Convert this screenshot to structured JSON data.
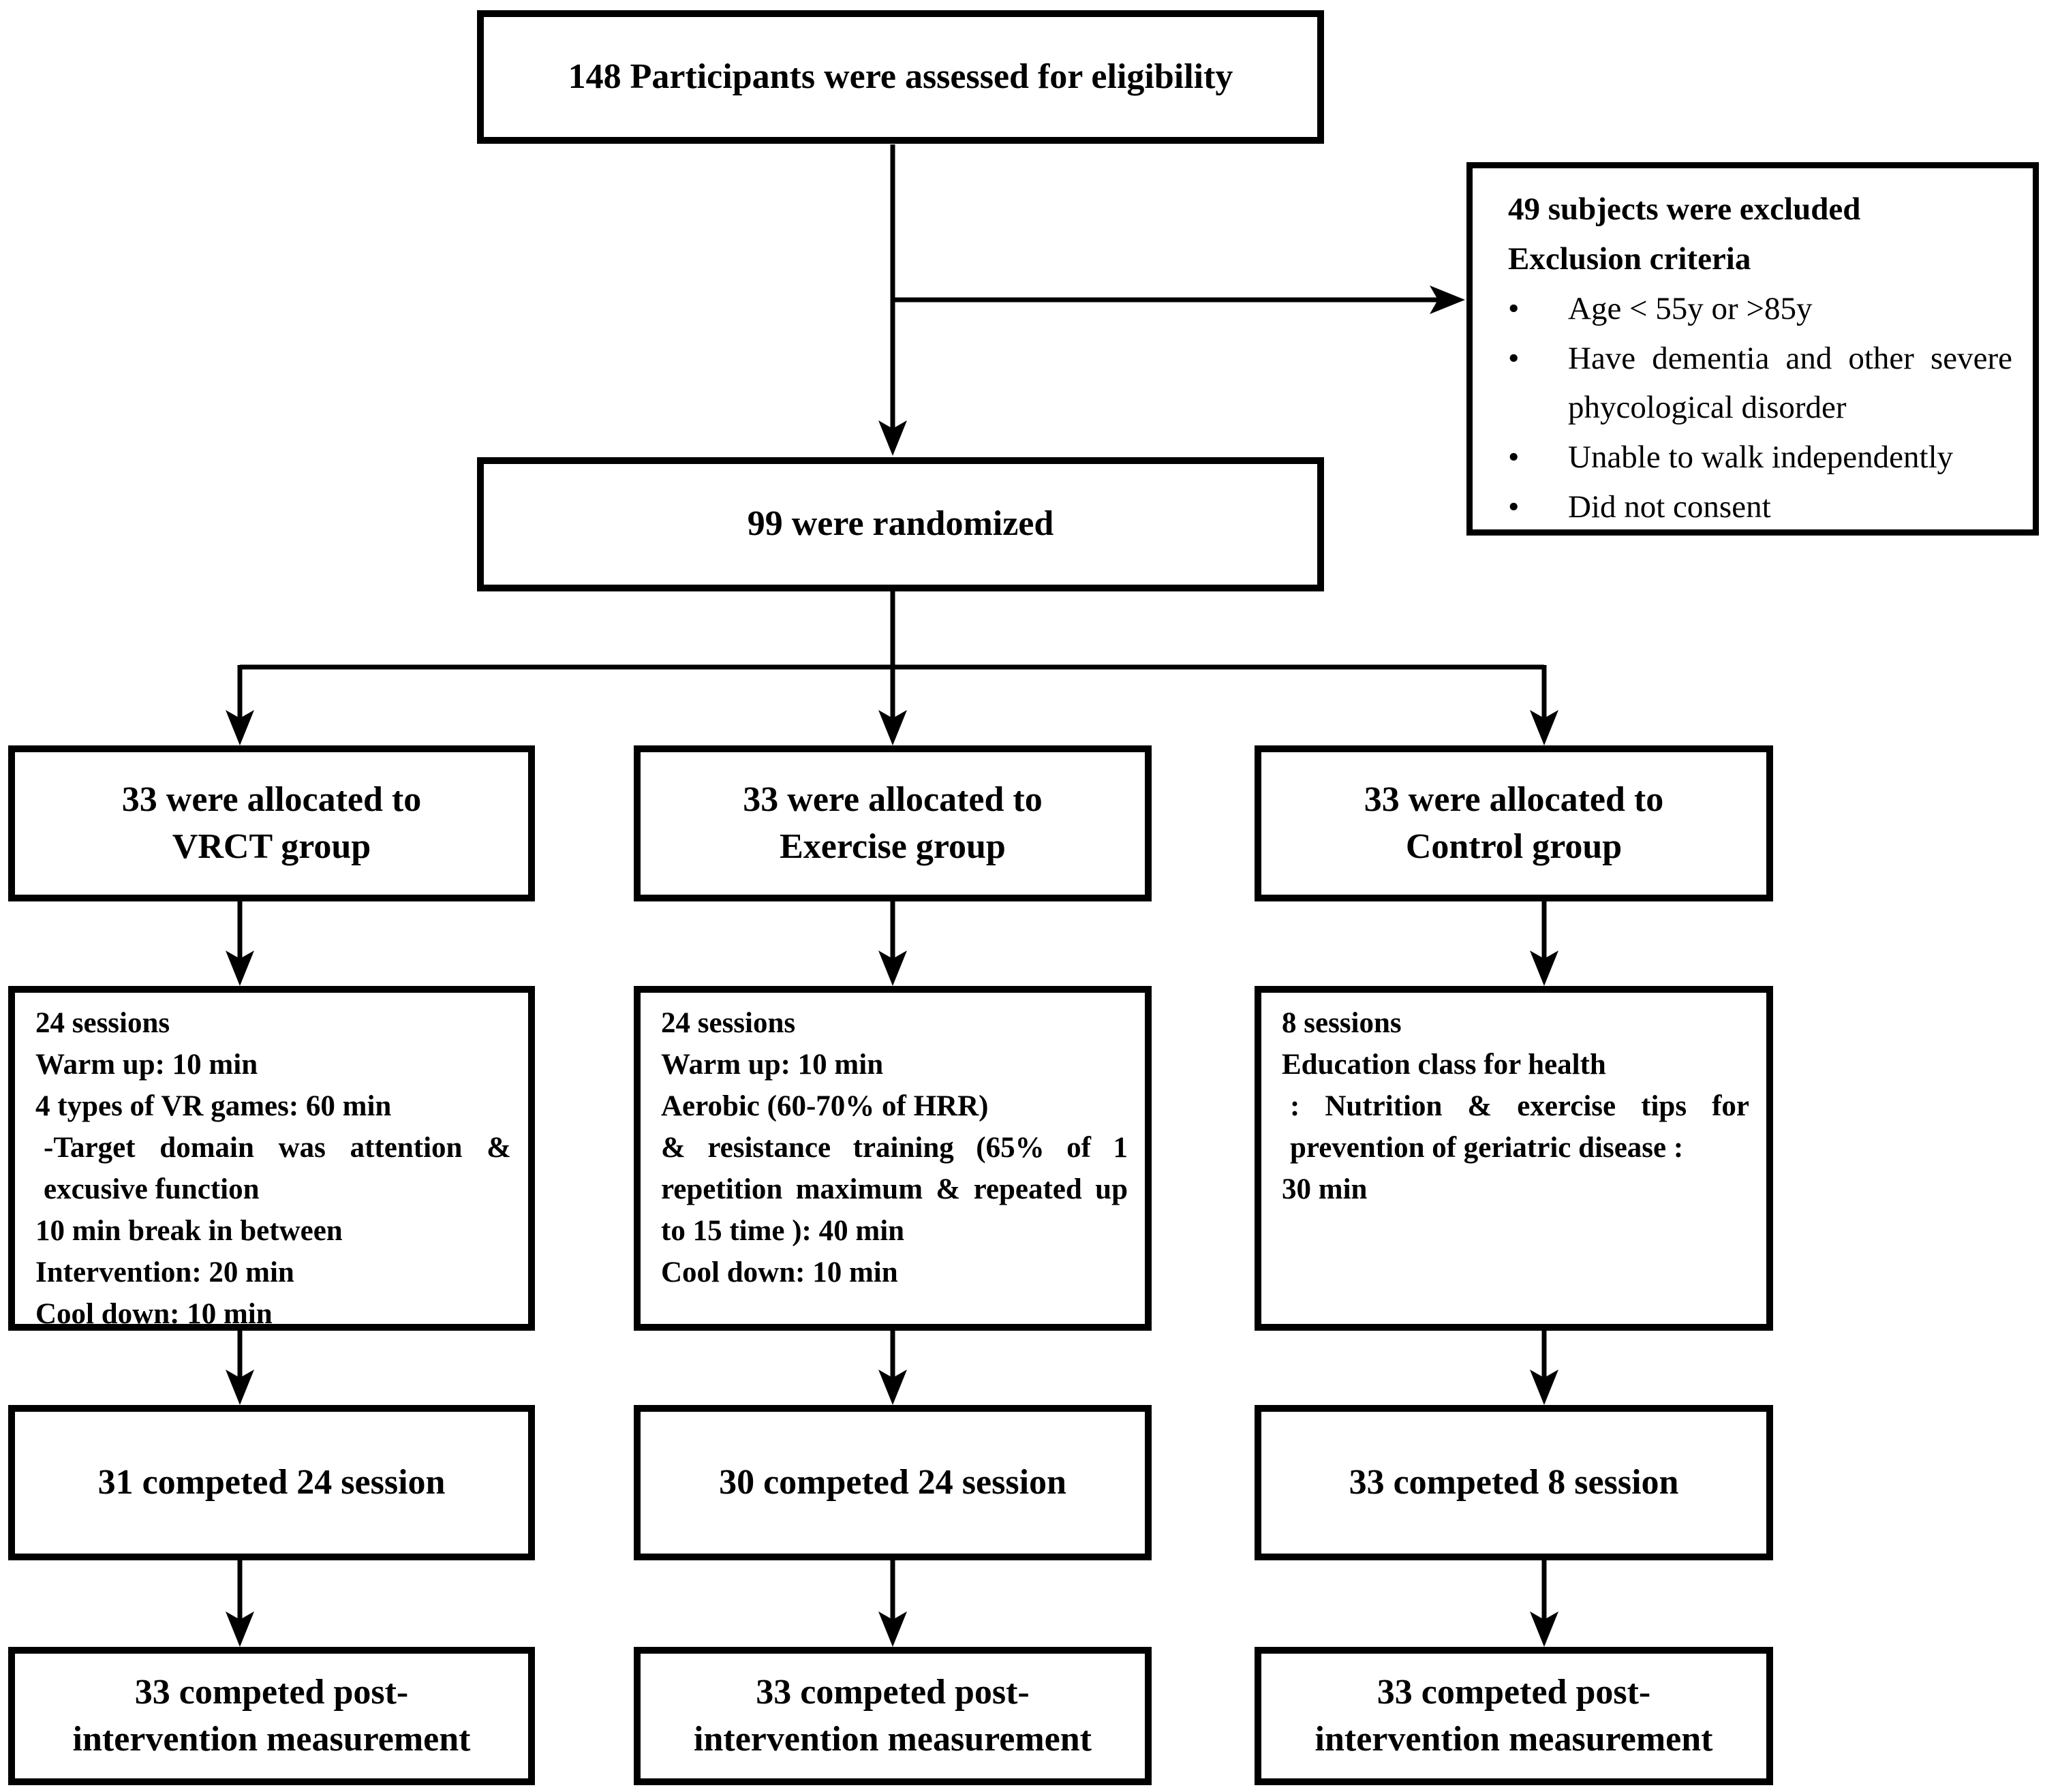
{
  "flowchart": {
    "eligibility": {
      "text": "148 Participants were assessed for eligibility"
    },
    "exclusion": {
      "title": "49 subjects were excluded",
      "subtitle": "Exclusion criteria",
      "bullet_glyph": "•",
      "bullets": [
        "Age < 55y or >85y",
        "Have dementia and other severe phycological disorder",
        "Unable to walk independently",
        "Did not consent"
      ]
    },
    "randomized": {
      "text": "99 were randomized"
    },
    "groups": [
      {
        "allocation_line1": "33 were allocated to",
        "allocation_line2": "VRCT group",
        "protocol": [
          "24 sessions",
          "Warm up: 10 min",
          "4 types of VR games: 60 min",
          "-Target domain was attention & excusive function",
          "10 min break in between",
          "Intervention: 20 min",
          "Cool down: 10 min"
        ],
        "completed": "31 competed 24 session",
        "post_line1": "33 competed post-",
        "post_line2": "intervention measurement"
      },
      {
        "allocation_line1": "33 were allocated to",
        "allocation_line2": "Exercise group",
        "protocol": [
          "24 sessions",
          "Warm up: 10 min",
          "Aerobic (60-70% of HRR)",
          "& resistance training (65% of 1 repetition maximum & repeated up to 15 time ): 40 min",
          "Cool down: 10 min"
        ],
        "completed": "30 competed 24 session",
        "post_line1": "33 competed post-",
        "post_line2": "intervention measurement"
      },
      {
        "allocation_line1": "33 were allocated to",
        "allocation_line2": "Control group",
        "protocol": [
          "8 sessions",
          "Education class for health",
          ": Nutrition & exercise tips for prevention of geriatric disease :",
          "30 min"
        ],
        "completed": "33 competed 8 session",
        "post_line1": "33 competed post-",
        "post_line2": "intervention measurement"
      }
    ]
  }
}
